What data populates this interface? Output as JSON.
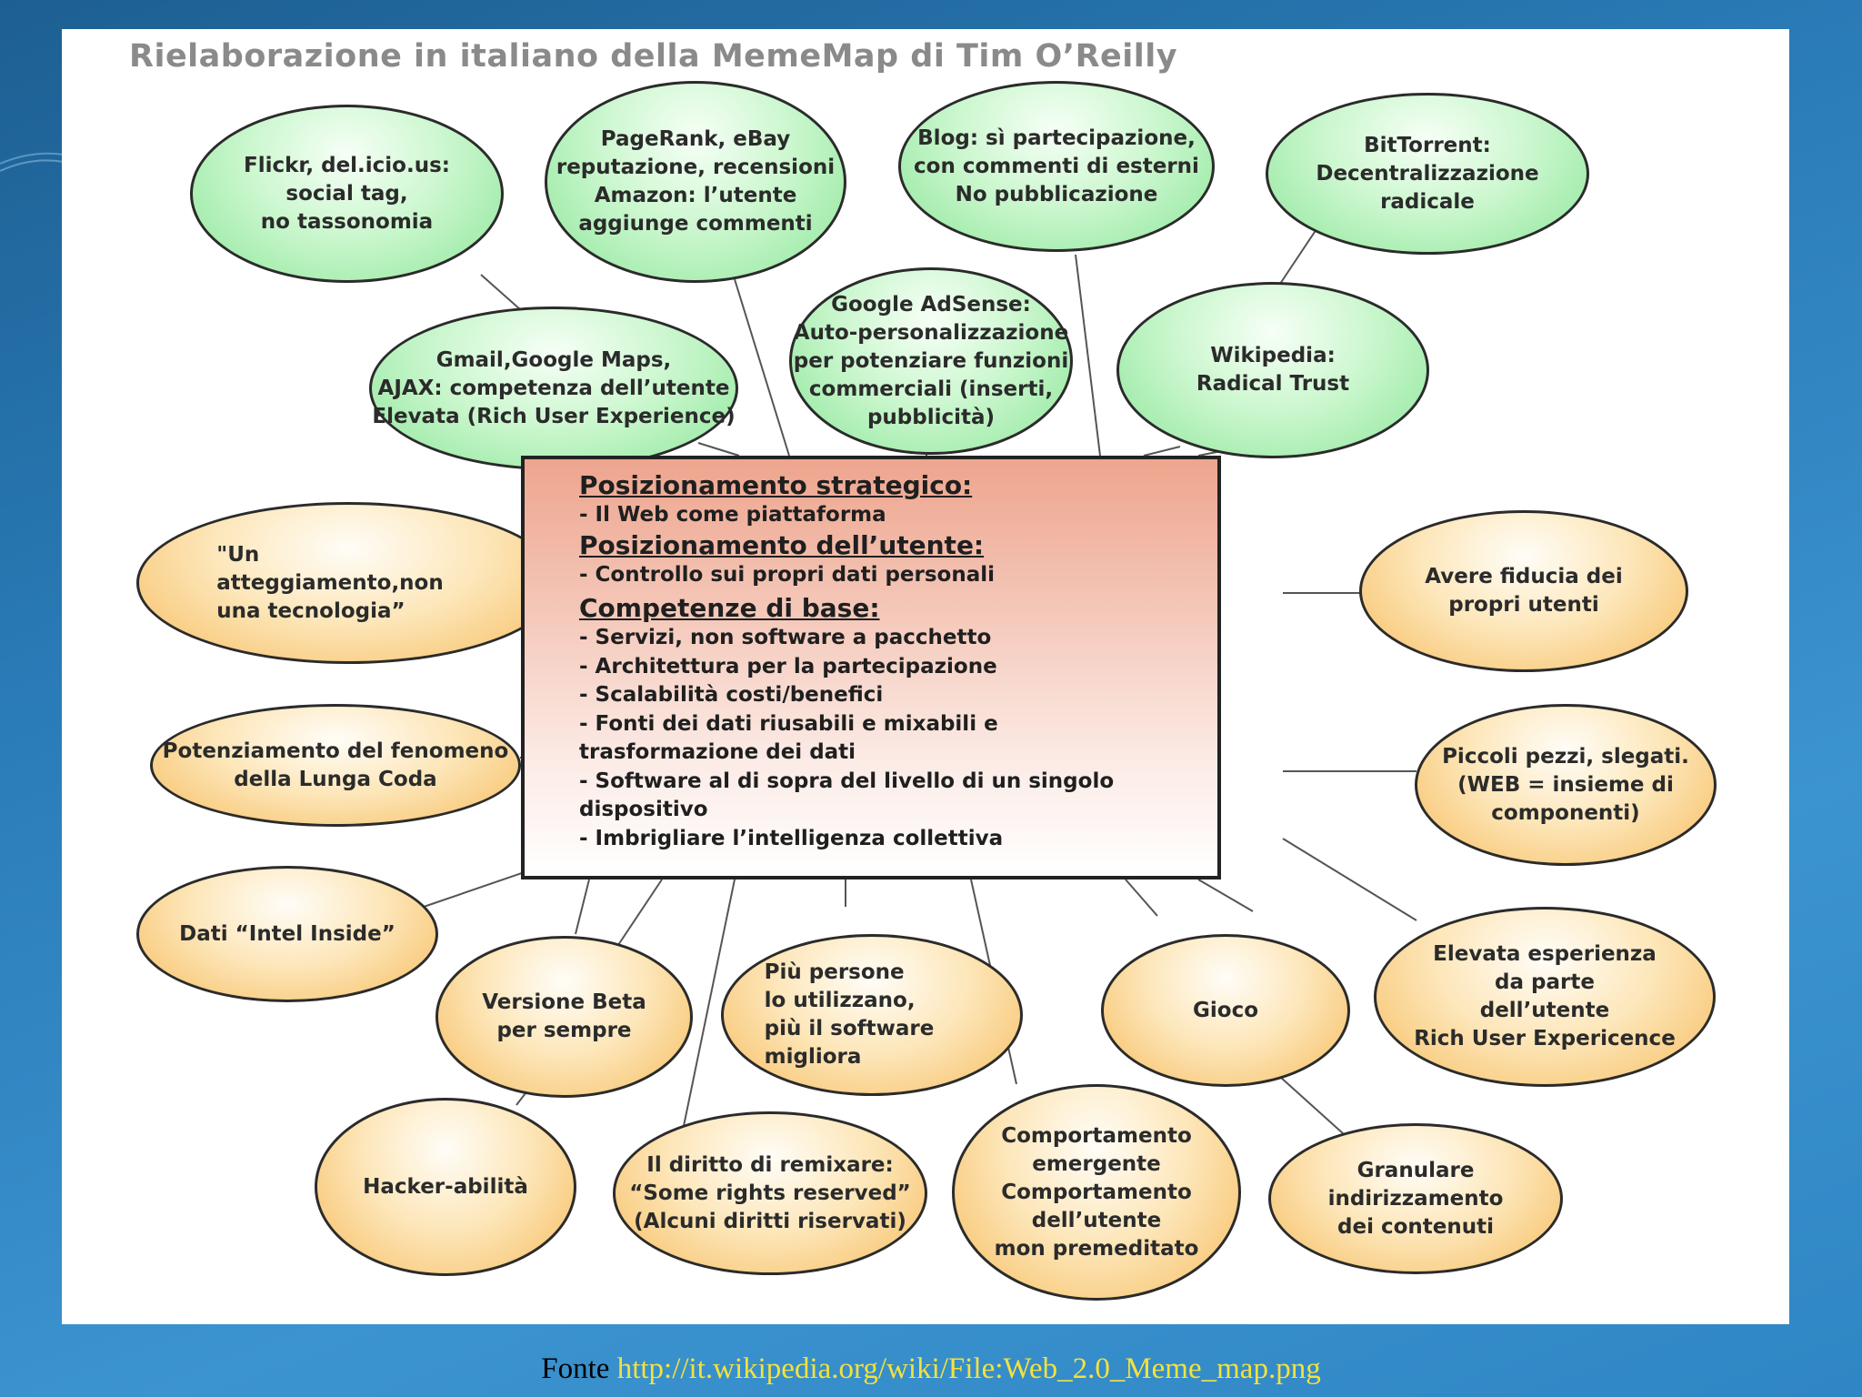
{
  "slide": {
    "title": "Rielaborazione in italiano della MemeMap di Tim O’Reilly",
    "source_prefix": "Fonte",
    "source_link": "http://it.wikipedia.org/wiki/File:Web_2.0_Meme_map.png"
  },
  "center": {
    "heading_1": "Posizionamento strategico:",
    "item_1": "- Il Web come piattaforma",
    "heading_2": "Posizionamento dell’utente:",
    "item_2": "- Controllo sui propri dati personali",
    "heading_3": "Competenze di base:",
    "items_3": [
      "- Servizi, non software a pacchetto",
      "- Architettura per la partecipazione",
      "- Scalabilità costi/benefici",
      "- Fonti dei dati riusabili e mixabili e",
      "trasformazione dei dati",
      "- Software al di sopra del livello di un singolo",
      "dispositivo",
      "- Imbrigliare l’intelligenza collettiva"
    ]
  },
  "nodes": {
    "flickr": "Flickr, del.icio.us:\nsocial tag,\nno tassonomia",
    "pagerank": "PageRank, eBay\nreputazione, recensioni\nAmazon: l’utente\naggiunge commenti",
    "blog": "Blog: sì partecipazione,\ncon commenti di esterni\nNo pubblicazione",
    "bittorrent": "BitTorrent:\nDecentralizzazione\nradicale",
    "gmail": "Gmail,Google Maps,\nAJAX: competenza dell’utente\nElevata (Rich User Experience)",
    "adsense": "Google AdSense:\nAuto-personalizzazione\nper potenziare funzioni\ncommerciali (inserti,\npubblicità)",
    "wikipedia": "Wikipedia:\nRadical Trust",
    "atteggiamento": "\"Un\natteggiamento,non\nuna tecnologia”",
    "fiducia": "Avere fiducia dei\npropri utenti",
    "coda": "Potenziamento del fenomeno\ndella Lunga Coda",
    "piccoli": "Piccoli pezzi, slegati.\n(WEB = insieme di\ncomponenti)",
    "intel": "Dati  “Intel Inside”",
    "beta": "Versione Beta\nper sempre",
    "persone": "Più persone\nlo utilizzano,\npiù il software\nmigliora",
    "gioco": "Gioco",
    "esperienza": "Elevata esperienza\nda parte\ndell’utente\nRich User Expericence",
    "hacker": "Hacker-abilità",
    "remix": "Il diritto di remixare:\n“Some rights reserved”\n(Alcuni diritti riservati)",
    "comportamento": "Comportamento\nemergente\nComportamento\ndell’utente\nmon premeditato",
    "granulare": "Granulare indirizzamento\ndei contenuti"
  },
  "colors": {
    "green_node": "#8de69a",
    "orange_node": "#f6bd60",
    "center_top": "#eea58e",
    "source_link": "#f3e23c",
    "title_gray": "#8a8a8a"
  }
}
